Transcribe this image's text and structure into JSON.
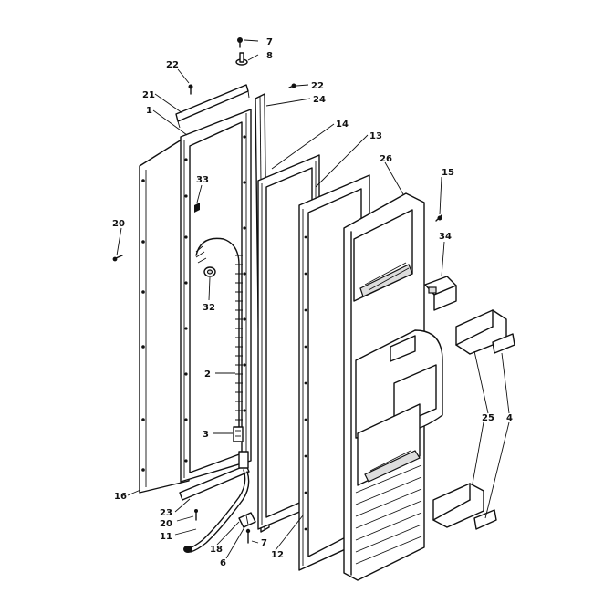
{
  "callouts": {
    "c7_top": "7",
    "c8": "8",
    "c22_left": "22",
    "c22_right": "22",
    "c24": "24",
    "c21": "21",
    "c1": "1",
    "c14": "14",
    "c13": "13",
    "c26": "26",
    "c15": "15",
    "c33": "33",
    "c20_left": "20",
    "c34": "34",
    "c32": "32",
    "c2": "2",
    "c3": "3",
    "c25": "25",
    "c4": "4",
    "c16": "16",
    "c23": "23",
    "c20_bottom": "20",
    "c11": "11",
    "c18": "18",
    "c6": "6",
    "c7_bottom": "7",
    "c12": "12"
  }
}
